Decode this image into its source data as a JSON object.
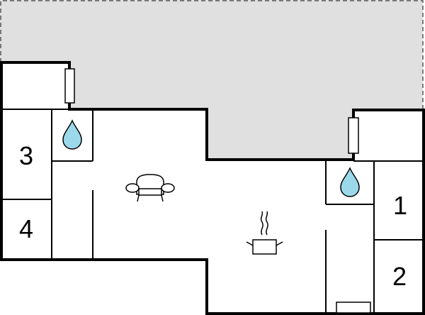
{
  "floorplan": {
    "room_numbers": [
      "1",
      "2",
      "3",
      "4"
    ],
    "icons": {
      "bathroom": "water-drop-icon",
      "living": "sofa-icon",
      "kitchen": "cooking-pot-icon",
      "window": "window-icon"
    },
    "colors": {
      "wall": "#000000",
      "terrace": "#e0e0e0",
      "terrace_border": "#555555",
      "water_drop": "#9bd8ea",
      "background": "#ffffff"
    }
  }
}
